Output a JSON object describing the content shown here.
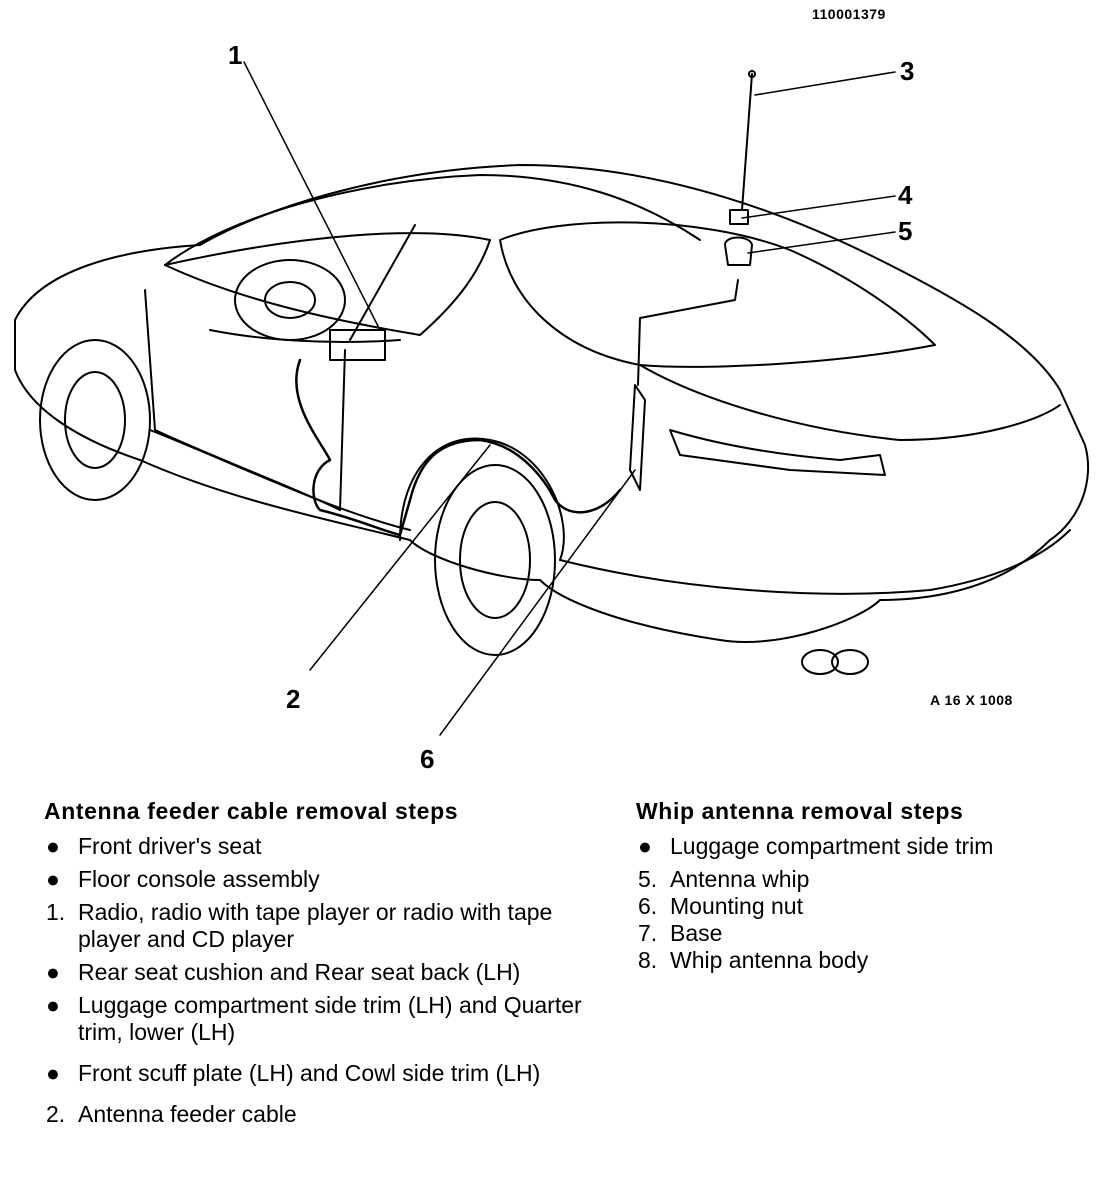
{
  "figure": {
    "code": "110001379",
    "part_id": "A 16 X 1008",
    "callouts": [
      "1",
      "2",
      "3",
      "4",
      "5",
      "6"
    ]
  },
  "feeder_steps": {
    "title": "Antenna feeder cable removal steps",
    "items": [
      {
        "mark": "●",
        "text": "Front driver's seat"
      },
      {
        "mark": "●",
        "text": "Floor console assembly"
      },
      {
        "mark": "1.",
        "text": "Radio, radio with tape player or radio with tape player and CD player"
      },
      {
        "mark": "●",
        "text": "Rear seat cushion and Rear seat back (LH)"
      },
      {
        "mark": "●",
        "text": "Luggage compartment side trim (LH) and Quarter trim, lower (LH)"
      },
      {
        "mark": "●",
        "text": "Front scuff plate (LH) and Cowl side trim (LH)"
      },
      {
        "mark": "2.",
        "text": "Antenna feeder cable"
      }
    ]
  },
  "whip_steps": {
    "title": "Whip antenna removal steps",
    "items": [
      {
        "mark": "●",
        "text": "Luggage compartment side trim"
      },
      {
        "mark": "5.",
        "text": "Antenna whip"
      },
      {
        "mark": "6.",
        "text": "Mounting nut"
      },
      {
        "mark": "7.",
        "text": "Base"
      },
      {
        "mark": "8.",
        "text": "Whip antenna body"
      }
    ]
  }
}
